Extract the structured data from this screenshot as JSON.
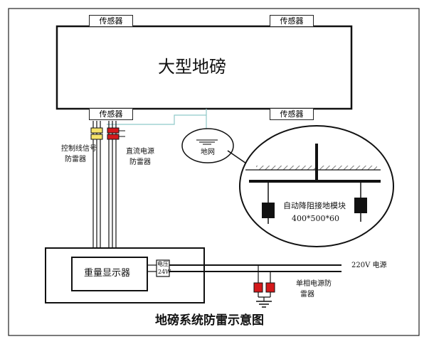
{
  "scale": {
    "title": "大型地磅"
  },
  "sensors": {
    "top_left": "传感器",
    "top_right": "传感器",
    "bottom_left": "传感器",
    "bottom_right": "传感器"
  },
  "arresters": {
    "signal": {
      "line1": "控制线信号",
      "line2": "防雷器"
    },
    "dc": {
      "line1": "直流电源",
      "line2": "防雷器"
    },
    "single_phase": {
      "line1": "单相电源防",
      "line2": "雷器"
    }
  },
  "ground": {
    "net": "地网",
    "module_label": "自动降阻接地模块",
    "module_size": "400*500*60"
  },
  "display": {
    "label": "重量显示器"
  },
  "regulator": {
    "line1": "电压",
    "line2": "24W"
  },
  "power": {
    "label": "220V 电源"
  },
  "caption": "地磅系统防雷示意图",
  "colors": {
    "signal_arrester": "#f5e36a",
    "dc_arrester": "#d4191b",
    "ground_wire": "#8fc9c9",
    "module": "#111111"
  }
}
